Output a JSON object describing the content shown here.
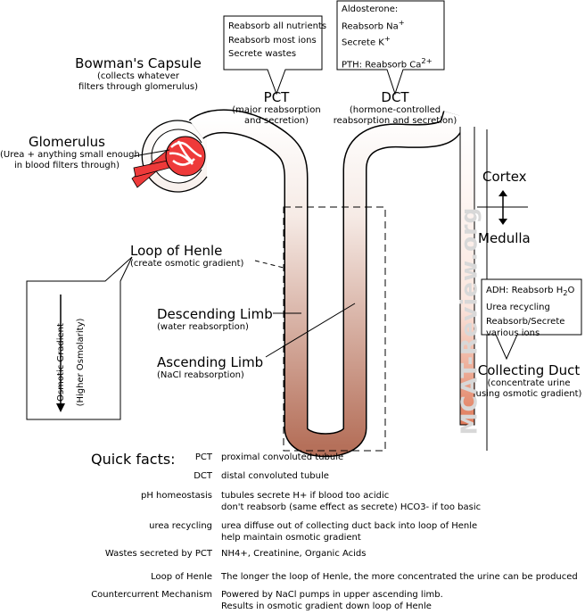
{
  "watermark": "MCAT-Review.org",
  "labels": {
    "bowman": {
      "title": "Bowman's Capsule",
      "sub1": "(collects whatever",
      "sub2": "filters through glomerulus)"
    },
    "glomerulus": {
      "title": "Glomerulus",
      "sub1": "(Urea + anything small enough",
      "sub2": "in blood filters through)"
    },
    "pct": {
      "title": "PCT",
      "sub1": "(major reabsorption",
      "sub2": "and secretion)"
    },
    "dct": {
      "title": "DCT",
      "sub1": "(hormone-controlled",
      "sub2": "reabsorption and secretion)"
    },
    "loop": {
      "title": "Loop of Henle",
      "sub": "(create osmotic gradient)"
    },
    "descending": {
      "title": "Descending Limb",
      "sub": "(water reabsorption)"
    },
    "ascending": {
      "title": "Ascending Limb",
      "sub": "(NaCl reabsorption)"
    },
    "cortex": "Cortex",
    "medulla": "Medulla",
    "collecting": {
      "title": "Collecting Duct",
      "sub1": "(concentrate urine",
      "sub2": "using osmotic gradient)"
    }
  },
  "callouts": {
    "pct": [
      "Reabsorb all nutrients",
      "Reabsorb most ions",
      "Secrete wastes"
    ],
    "dct": {
      "l1": "Aldosterone:",
      "l2": "Reabsorb Na",
      "l2sup": "+",
      "l3": "Secrete K",
      "l3sup": "+",
      "l4": "PTH: Reabsorb Ca",
      "l4sup": "2+"
    },
    "adh": {
      "l1a": "ADH: Reabsorb H",
      "l1sub": "2",
      "l1b": "O",
      "l2": "Urea recycling",
      "l3": "Reabsorb/Secrete",
      "l4": "various ions"
    },
    "osmotic": {
      "l1": "Osmotic Gradient",
      "l2": "(Higher Osmolarity)"
    }
  },
  "quick_facts": {
    "title": "Quick facts:",
    "rows": [
      {
        "key": "PCT",
        "lines": [
          "proximal convoluted tubule"
        ]
      },
      {
        "key": "DCT",
        "lines": [
          "distal convoluted tubule"
        ]
      },
      {
        "key": "pH homeostasis",
        "lines": [
          "tubules secrete H+ if blood too acidic",
          "don't reabsorb (same effect as secrete) HCO3- if too basic"
        ]
      },
      {
        "key": "urea recycling",
        "lines": [
          "urea diffuse out of collecting duct back into loop of Henle",
          "help maintain osmotic gradient"
        ]
      },
      {
        "key": "Wastes secreted by PCT",
        "lines": [
          "NH4+, Creatinine, Organic Acids"
        ]
      },
      {
        "key": "Loop of Henle",
        "lines": [
          "The longer the loop of Henle, the more concentrated the urine can be produced"
        ]
      },
      {
        "key": "Countercurrent Mechanism",
        "lines": [
          "Powered by NaCl pumps in upper ascending limb.",
          "Results in osmotic gradient down loop of Henle"
        ]
      }
    ]
  },
  "colors": {
    "vessel": "#ee3a3a",
    "tubule_dark": "#b5705a",
    "duct_dark": "#e07a5a"
  }
}
